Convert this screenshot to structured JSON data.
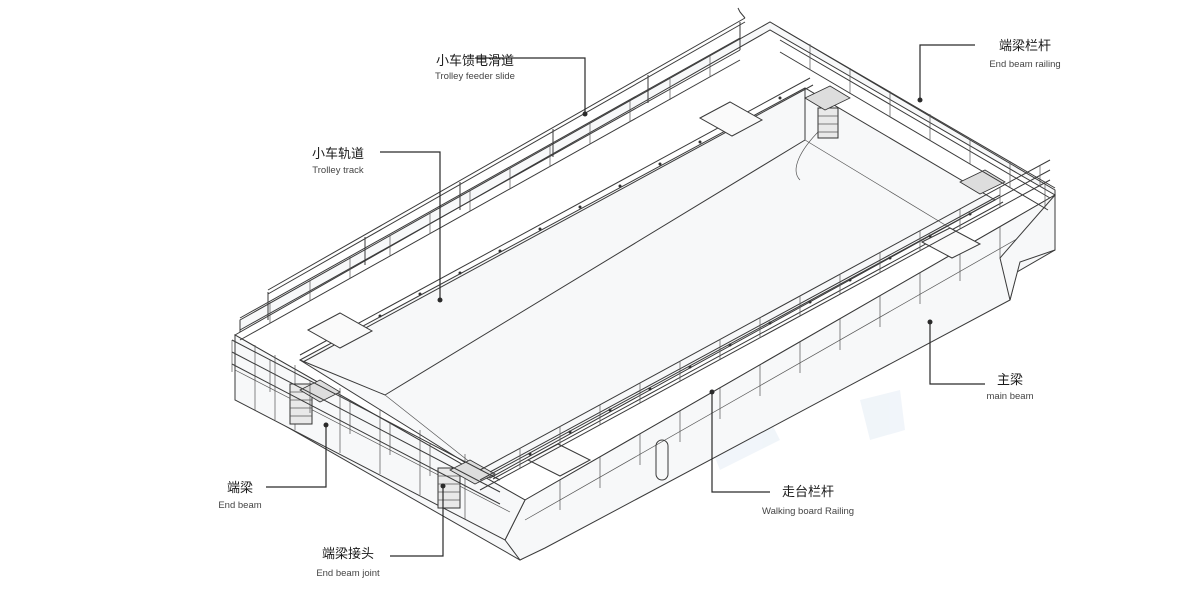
{
  "labels": [
    {
      "key": "trolley_feeder_slide",
      "cn": "小车馈电滑道",
      "en": "Trolley feeder slide"
    },
    {
      "key": "end_beam_railing",
      "cn": "端梁栏杆",
      "en": "End beam railing"
    },
    {
      "key": "trolley_track",
      "cn": "小车轨道",
      "en": "Trolley track"
    },
    {
      "key": "main_beam",
      "cn": "主梁",
      "en": "main beam"
    },
    {
      "key": "end_beam",
      "cn": "端梁",
      "en": "End beam"
    },
    {
      "key": "walking_board_railing",
      "cn": "走台栏杆",
      "en": "Walking board Railing"
    },
    {
      "key": "end_beam_joint",
      "cn": "端梁接头",
      "en": "End beam joint"
    }
  ],
  "colors": {
    "line": "#3a3a3a",
    "leader": "#2a2a2a",
    "background": "#ffffff"
  }
}
